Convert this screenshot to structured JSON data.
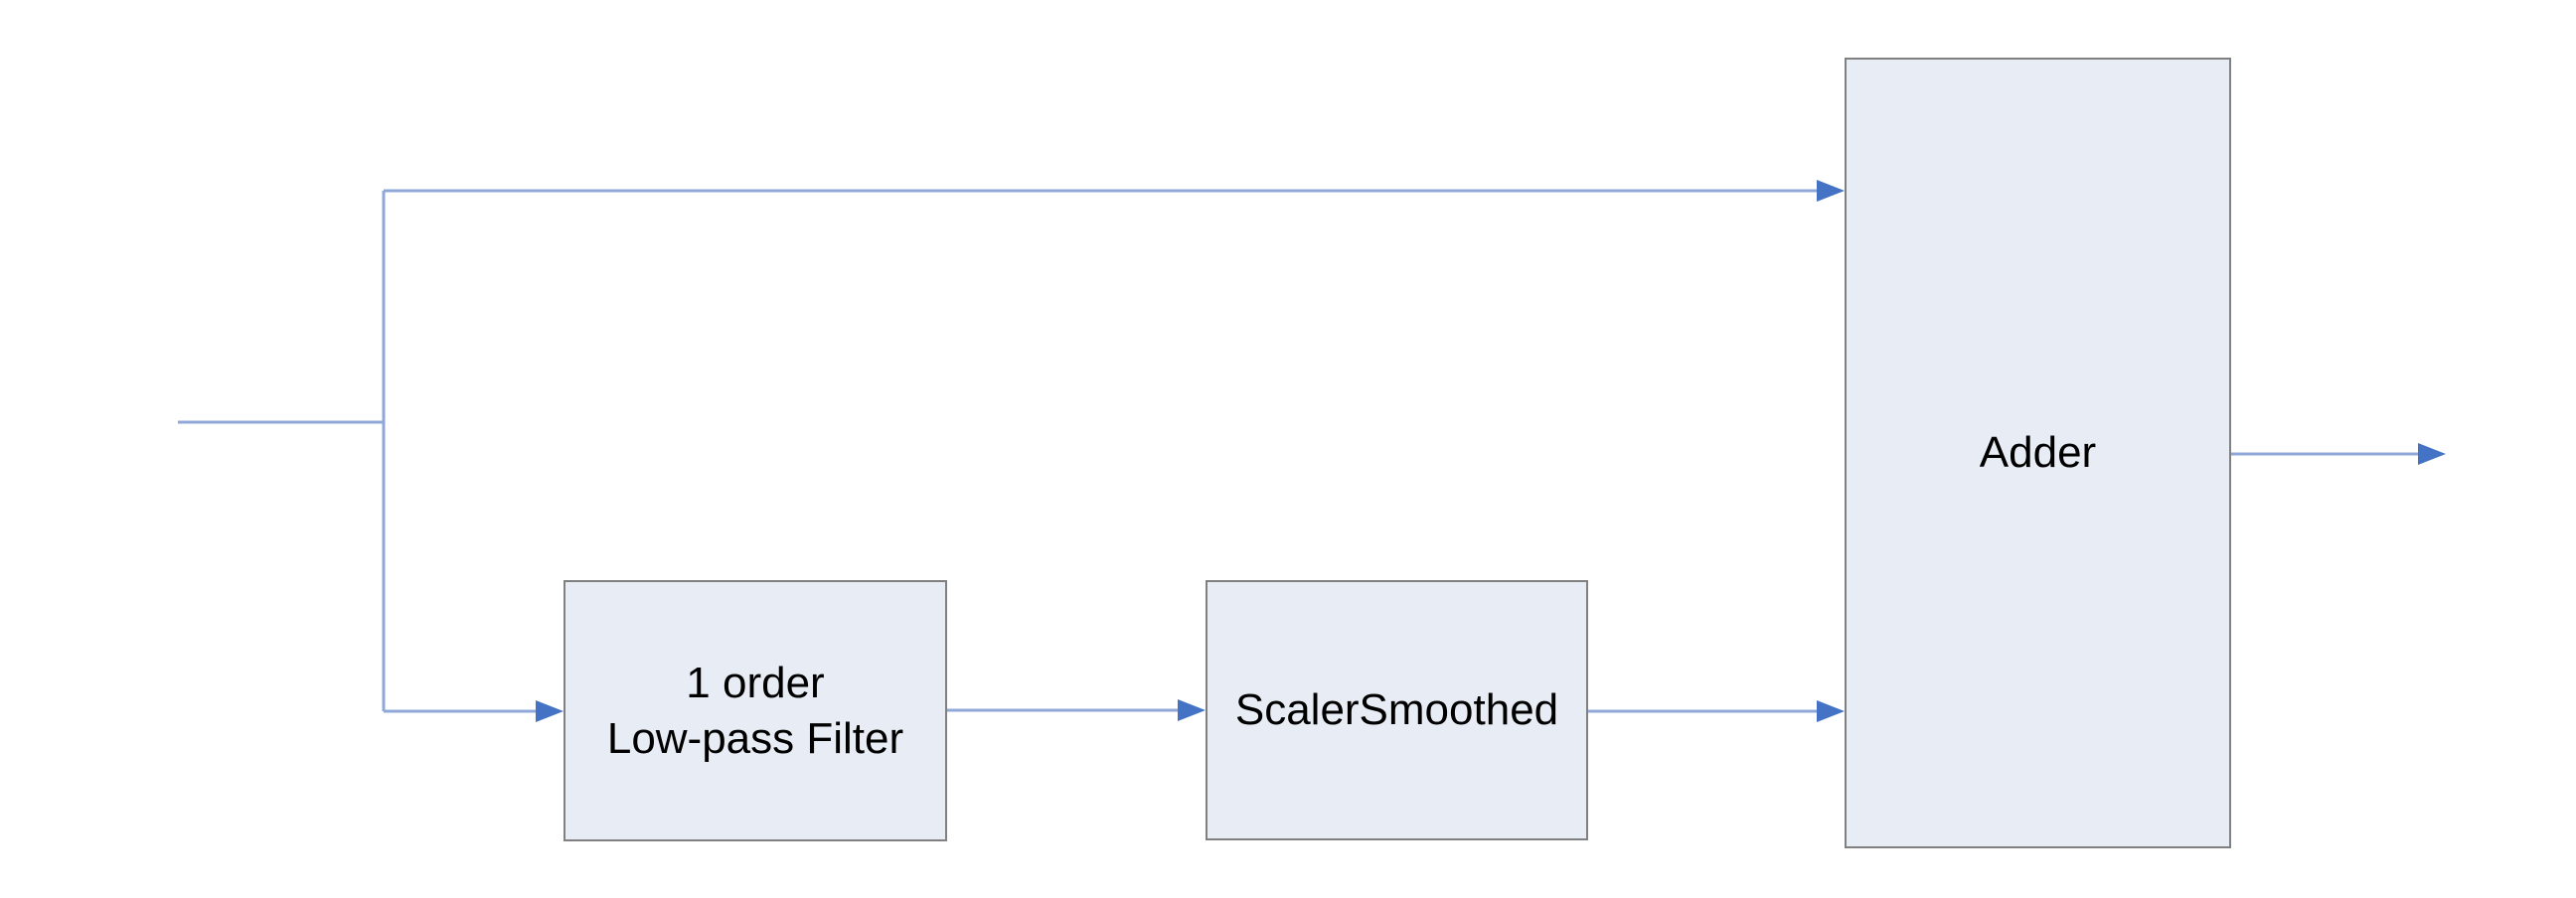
{
  "diagram": {
    "type": "block-diagram",
    "title": "",
    "colors": {
      "canvas_bg": "#ffffff",
      "node_fill": "#e8ecf5",
      "node_border": "#808080",
      "connector": "#90a8d9",
      "arrowhead": "#4472c4",
      "label_color": "#000000"
    },
    "nodes": [
      {
        "id": "lowpass-filter",
        "label": "1 order Low-pass Filter",
        "line1": "1 order",
        "line2": "Low-pass Filter"
      },
      {
        "id": "scaler-smoothed",
        "label": "ScalerSmoothed"
      },
      {
        "id": "adder",
        "label": "Adder"
      }
    ],
    "edges": [
      {
        "from": "input",
        "to": "branch-point",
        "arrow": false
      },
      {
        "from": "branch-point",
        "to": "adder",
        "port": "top-input",
        "arrow": true
      },
      {
        "from": "branch-point",
        "to": "lowpass-filter",
        "arrow": true
      },
      {
        "from": "lowpass-filter",
        "to": "scaler-smoothed",
        "arrow": true
      },
      {
        "from": "scaler-smoothed",
        "to": "adder",
        "port": "bottom-input",
        "arrow": true
      },
      {
        "from": "adder",
        "to": "output",
        "arrow": true
      }
    ]
  }
}
